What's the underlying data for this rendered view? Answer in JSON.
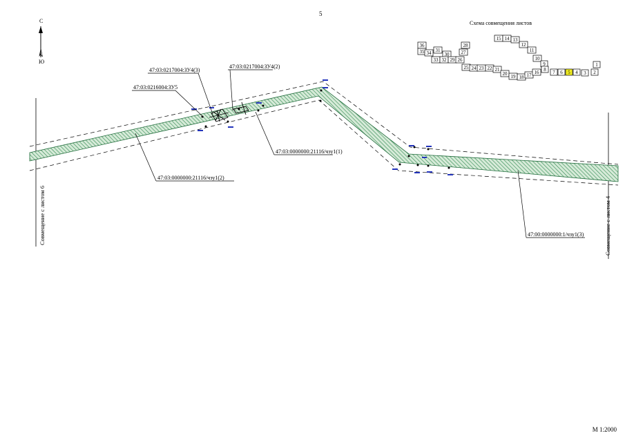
{
  "page_number": "5",
  "scale": "М 1:2000",
  "compass": {
    "north": "С",
    "south": "Ю"
  },
  "scheme": {
    "title": "Схема совмещения листов",
    "highlight_color": "#f2ee22",
    "sheets": [
      {
        "n": "36"
      },
      {
        "n": "35"
      },
      {
        "n": "34"
      },
      {
        "n": "31"
      },
      {
        "n": "30"
      },
      {
        "n": "33"
      },
      {
        "n": "32"
      },
      {
        "n": "29"
      },
      {
        "n": "28"
      },
      {
        "n": "27"
      },
      {
        "n": "26"
      },
      {
        "n": "25"
      },
      {
        "n": "24"
      },
      {
        "n": "23"
      },
      {
        "n": "22"
      },
      {
        "n": "21"
      },
      {
        "n": "20"
      },
      {
        "n": "19"
      },
      {
        "n": "18"
      },
      {
        "n": "17"
      },
      {
        "n": "16"
      },
      {
        "n": "15"
      },
      {
        "n": "14"
      },
      {
        "n": "13"
      },
      {
        "n": "12"
      },
      {
        "n": "11"
      },
      {
        "n": "10"
      },
      {
        "n": "9"
      },
      {
        "n": "8"
      },
      {
        "n": "7"
      },
      {
        "n": "6"
      },
      {
        "n": "5",
        "current": true
      },
      {
        "n": "4"
      },
      {
        "n": "3"
      },
      {
        "n": "2"
      },
      {
        "n": "1"
      }
    ]
  },
  "edge_labels": {
    "left": "Совмещение с листом 6",
    "right": "Совмещение с листом 4"
  },
  "parcel_labels": {
    "zu4_3": "47:03:0217004:ЗУ4(3)",
    "zu4_2": "47:03:0217004:ЗУ4(2)",
    "zu5": "47:03:0216004:ЗУ5",
    "chzu1_1": "47:03:0000000:21116/чзу1(1)",
    "chzu1_2": "47:03:0000000:21116/чзу1(2)",
    "chzu1_3": "47:00:0000000:1/чзу1(3)"
  },
  "colors": {
    "strip_fill": "#d6ead8",
    "strip_hatch": "#2e8a4f",
    "point_label": "#2233bb"
  }
}
